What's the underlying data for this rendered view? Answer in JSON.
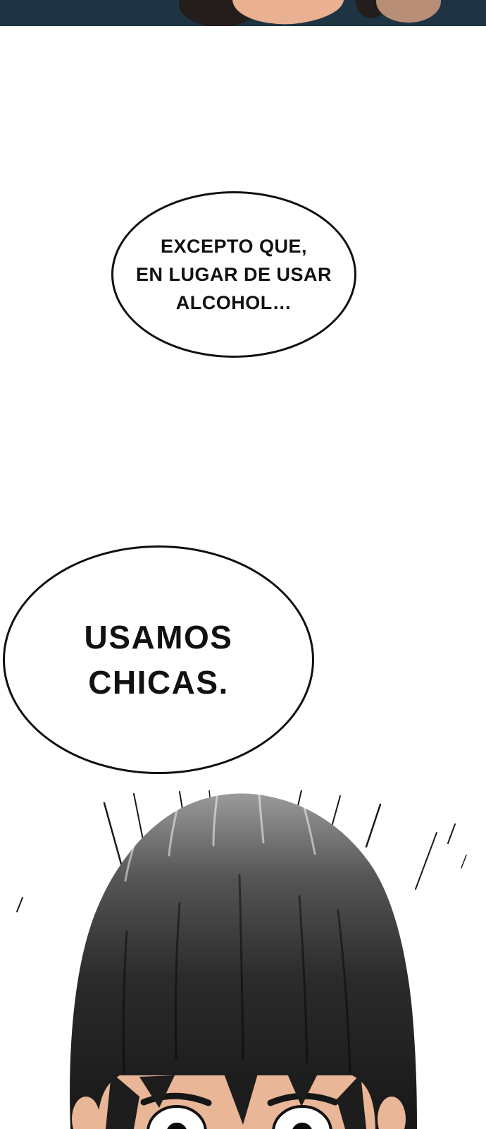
{
  "comic": {
    "bubble1": {
      "line1": "EXCEPTO QUE,",
      "line2": "EN LUGAR DE USAR",
      "line3": "ALCOHOL…"
    },
    "bubble2": {
      "line1": "USAMOS",
      "line2": "CHICAS."
    }
  },
  "colors": {
    "page_bg": "#ffffff",
    "panel_bg": "#1e3442",
    "panel_hair": "#241d1b",
    "panel_skin": "#e9b091",
    "panel_shoulder": "#b98e76",
    "bubble_outline": "#101010",
    "text": "#111111",
    "hair_dark": "#1d1d1d",
    "skin": "#e9b697",
    "line_color": "#1a1a1a"
  }
}
